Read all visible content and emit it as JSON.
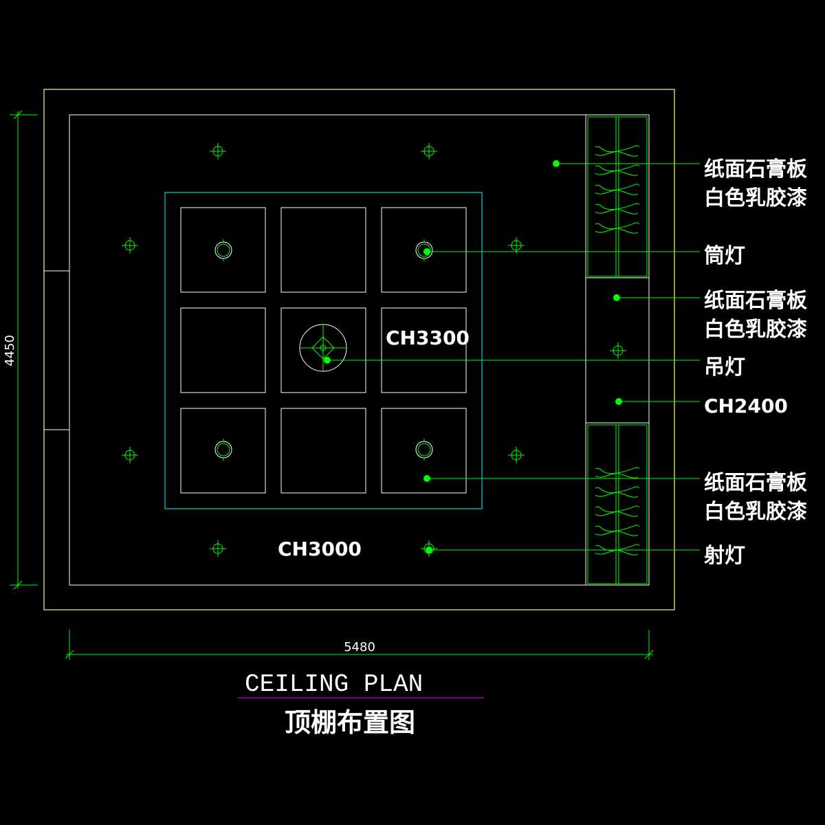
{
  "colors": {
    "background": "#000000",
    "outer_wall": "#ffff80",
    "ceiling_outline": "#ffffff",
    "inner_frame": "#00ffff",
    "lights": "#00ff00",
    "leaders": "#00ff00",
    "text": "#ffffff",
    "title_underline": "#ff00ff"
  },
  "labels": {
    "material_top_line1": "纸面石膏板",
    "material_top_line2": "白色乳胶漆",
    "downlight": "筒灯",
    "material_mid_line1": "纸面石膏板",
    "material_mid_line2": "白色乳胶漆",
    "pendant": "吊灯",
    "ch_strip": "CH2400",
    "material_bot_line1": "纸面石膏板",
    "material_bot_line2": "白色乳胶漆",
    "spotlight": "射灯"
  },
  "heights": {
    "center": "CH3300",
    "main": "CH3000"
  },
  "dimensions": {
    "width": "5480",
    "height": "4450"
  },
  "title": {
    "english": "CEILING PLAN",
    "chinese": "顶棚布置图"
  },
  "icons": {
    "spotlight": "crosshair-spotlight-icon",
    "downlight": "downlight-ring-icon",
    "pendant": "pendant-lamp-icon",
    "wavy": "wavy-decor-icon"
  }
}
